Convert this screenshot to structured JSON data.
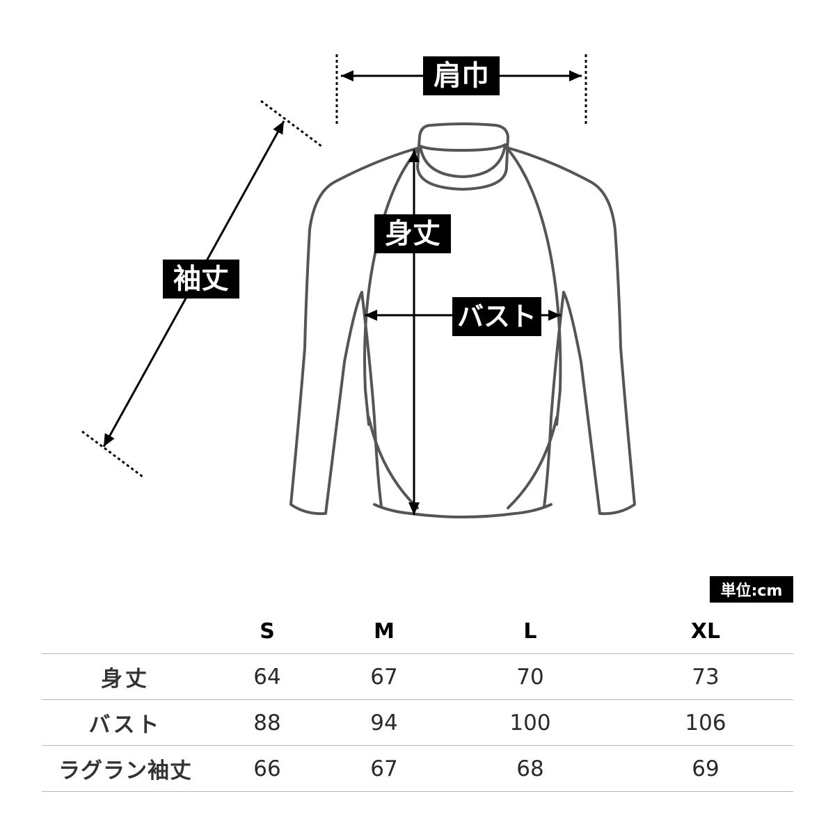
{
  "diagram": {
    "labels": {
      "shoulder": "肩巾",
      "sleeve": "袖丈",
      "body_length": "身丈",
      "bust": "バスト"
    }
  },
  "unit_label": "単位:cm",
  "table": {
    "columns": [
      "S",
      "M",
      "L",
      "XL"
    ],
    "rows": [
      {
        "label": "身丈",
        "values": [
          "64",
          "67",
          "70",
          "73"
        ]
      },
      {
        "label": "バスト",
        "values": [
          "88",
          "94",
          "100",
          "106"
        ]
      },
      {
        "label": "ラグラン袖丈",
        "values": [
          "66",
          "67",
          "68",
          "69"
        ]
      }
    ]
  },
  "colors": {
    "outline": "#555555",
    "arrow": "#000000",
    "tag_background": "#000000",
    "tag_text": "#ffffff",
    "rule": "#b5b5b5"
  }
}
